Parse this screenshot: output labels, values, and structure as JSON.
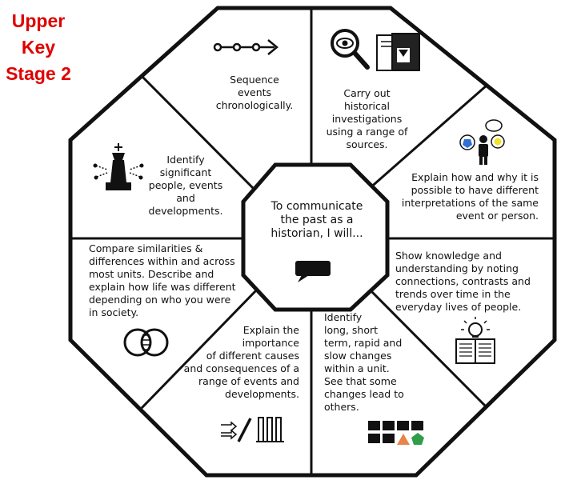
{
  "stage_label": [
    "Upper",
    "Key",
    "Stage 2"
  ],
  "colors": {
    "stage_label": "#e00000",
    "outline": "#111111",
    "background": "#ffffff"
  },
  "center": {
    "lines": [
      "To communicate",
      "the past as a",
      "historian, I will..."
    ],
    "icon": "speech-bubble-icon"
  },
  "segments": [
    {
      "id": "sequence",
      "icon": "arrow-timeline-icon",
      "lines": [
        "Sequence",
        "events",
        "chronologically."
      ]
    },
    {
      "id": "investigations",
      "icon": "magnifier-documents-icon",
      "lines": [
        "Carry out",
        "historical",
        "investigations",
        "using a range of",
        "sources."
      ]
    },
    {
      "id": "interpretations",
      "icon": "person-thought-bubbles-icon",
      "lines": [
        "Explain how and why it is",
        "possible to have different",
        "interpretations of the same",
        "event or person."
      ]
    },
    {
      "id": "knowledge",
      "icon": "book-lightbulb-icon",
      "lines": [
        "Show knowledge and",
        "understanding by noting",
        "connections, contrasts and",
        "trends over time in the",
        "everyday lives of people."
      ]
    },
    {
      "id": "changes",
      "icon": "shapes-pattern-icon",
      "lines": [
        "Identify",
        "long, short",
        "term, rapid and",
        "slow changes",
        "within a unit.",
        "See that some",
        "changes lead to",
        "others."
      ]
    },
    {
      "id": "causes",
      "icon": "cause-consequence-icon",
      "lines": [
        "Explain the",
        "importance",
        "of different causes",
        "and consequences of a",
        "range of events and",
        "developments."
      ]
    },
    {
      "id": "compare",
      "icon": "venn-diagram-icon",
      "lines": [
        "Compare similarities &",
        "differences within and across",
        "most units. Describe and",
        "explain how life was different",
        "depending on who you were",
        "in society."
      ]
    },
    {
      "id": "significant",
      "icon": "chess-king-icon",
      "lines": [
        "Identify",
        "significant",
        "people, events",
        "and",
        "developments."
      ]
    }
  ]
}
